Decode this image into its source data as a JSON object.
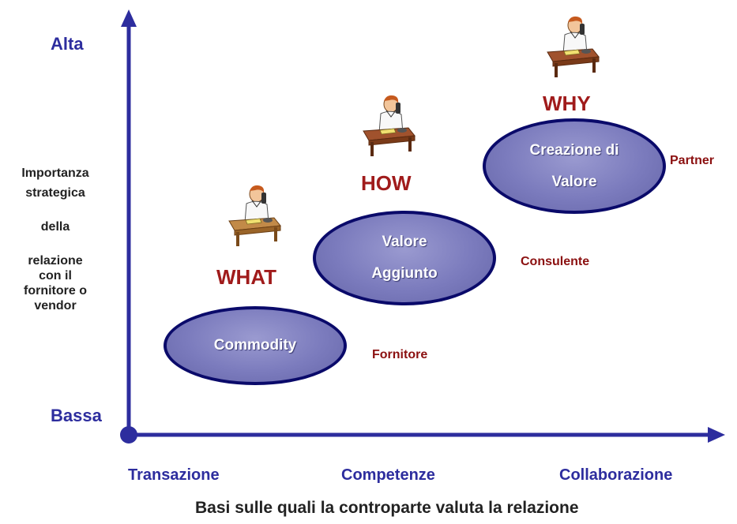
{
  "y_axis": {
    "high": "Alta",
    "low": "Bassa",
    "title_lines": [
      "Importanza",
      "strategica",
      "della",
      "relazione",
      "con il",
      "fornitore o",
      "vendor"
    ]
  },
  "x_axis": {
    "ticks": [
      "Transazione",
      "Competenze",
      "Collaborazione"
    ],
    "title": "Basi sulle quali la controparte valuta la relazione"
  },
  "stages": [
    {
      "label": "WHAT",
      "ellipse_lines": [
        "Commodity"
      ],
      "role": "Fornitore"
    },
    {
      "label": "HOW",
      "ellipse_lines": [
        "Valore",
        "Aggiunto"
      ],
      "role": "Consulente"
    },
    {
      "label": "WHY",
      "ellipse_lines": [
        "Creazione di",
        "Valore"
      ],
      "role": "Partner"
    }
  ],
  "colors": {
    "axis": "#2d2d9e",
    "ellipse_border": "#0a0a6a",
    "ellipse_fill": "#7b7bbd",
    "stage_label": "#a01b1b",
    "role_label": "#8b1010"
  }
}
